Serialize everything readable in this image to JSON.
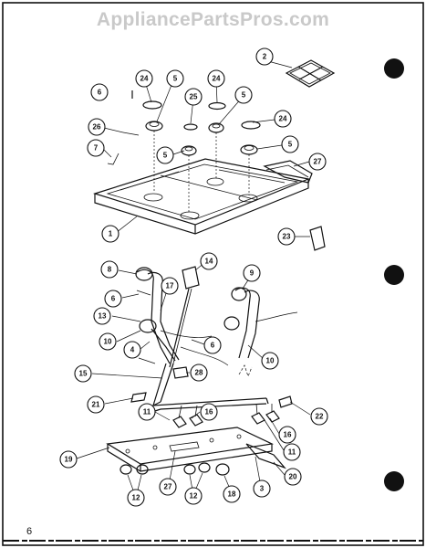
{
  "watermark": "AppliancePartsPros.com",
  "page_number": "6",
  "callouts": [
    {
      "id": "c-2",
      "label": "2"
    },
    {
      "id": "c-24a",
      "label": "24"
    },
    {
      "id": "c-5a",
      "label": "5"
    },
    {
      "id": "c-24b",
      "label": "24"
    },
    {
      "id": "c-6a",
      "label": "6"
    },
    {
      "id": "c-25",
      "label": "25"
    },
    {
      "id": "c-5b",
      "label": "5"
    },
    {
      "id": "c-26",
      "label": "26"
    },
    {
      "id": "c-24c",
      "label": "24"
    },
    {
      "id": "c-5c",
      "label": "5"
    },
    {
      "id": "c-7",
      "label": "7"
    },
    {
      "id": "c-5d",
      "label": "5"
    },
    {
      "id": "c-27a",
      "label": "27"
    },
    {
      "id": "c-1",
      "label": "1"
    },
    {
      "id": "c-23",
      "label": "23"
    },
    {
      "id": "c-14",
      "label": "14"
    },
    {
      "id": "c-8",
      "label": "8"
    },
    {
      "id": "c-9",
      "label": "9"
    },
    {
      "id": "c-6b",
      "label": "6"
    },
    {
      "id": "c-17",
      "label": "17"
    },
    {
      "id": "c-13",
      "label": "13"
    },
    {
      "id": "c-10a",
      "label": "10"
    },
    {
      "id": "c-6c",
      "label": "6"
    },
    {
      "id": "c-4",
      "label": "4"
    },
    {
      "id": "c-10b",
      "label": "10"
    },
    {
      "id": "c-28",
      "label": "28"
    },
    {
      "id": "c-15",
      "label": "15"
    },
    {
      "id": "c-21",
      "label": "21"
    },
    {
      "id": "c-11a",
      "label": "11"
    },
    {
      "id": "c-16a",
      "label": "16"
    },
    {
      "id": "c-22",
      "label": "22"
    },
    {
      "id": "c-16b",
      "label": "16"
    },
    {
      "id": "c-11b",
      "label": "11"
    },
    {
      "id": "c-19",
      "label": "19"
    },
    {
      "id": "c-20",
      "label": "20"
    },
    {
      "id": "c-27b",
      "label": "27"
    },
    {
      "id": "c-3",
      "label": "3"
    },
    {
      "id": "c-12a",
      "label": "12"
    },
    {
      "id": "c-12b",
      "label": "12"
    },
    {
      "id": "c-18",
      "label": "18"
    }
  ]
}
